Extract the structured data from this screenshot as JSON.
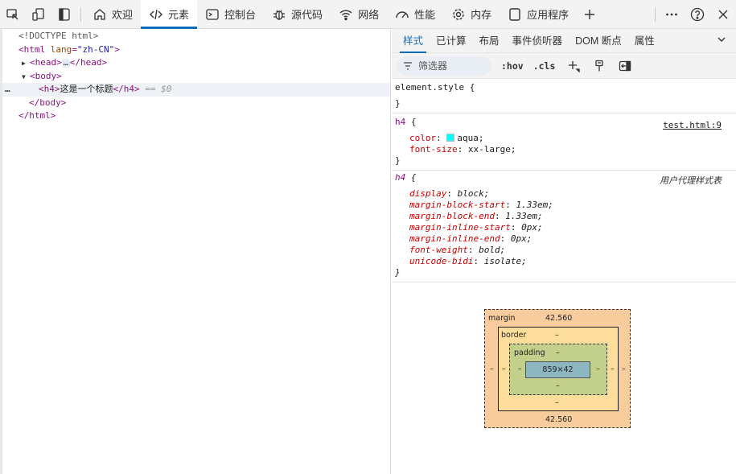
{
  "toolbar": {
    "tabs": [
      {
        "label": "欢迎",
        "icon": "home-icon"
      },
      {
        "label": "元素",
        "icon": "code-icon"
      },
      {
        "label": "控制台",
        "icon": "console-icon"
      },
      {
        "label": "源代码",
        "icon": "bug-icon"
      },
      {
        "label": "网络",
        "icon": "wifi-icon"
      },
      {
        "label": "性能",
        "icon": "gauge-icon"
      },
      {
        "label": "内存",
        "icon": "gear-icon"
      },
      {
        "label": "应用程序",
        "icon": "app-icon"
      }
    ],
    "active_tab": "元素"
  },
  "dom": {
    "doctype": "<!DOCTYPE html>",
    "html_open": "html",
    "lang_attr": "lang",
    "lang_value": "\"zh-CN\"",
    "head": "head",
    "head_ellipsis": "…",
    "body": "body",
    "h4": "h4",
    "h4_text": "这是一个标题",
    "selected_marker": "== $0",
    "row_menu": "…"
  },
  "styles": {
    "subtabs": [
      "样式",
      "已计算",
      "布局",
      "事件侦听器",
      "DOM 断点",
      "属性"
    ],
    "filter_placeholder": "筛选器",
    "hov": ":hov",
    "cls": ".cls",
    "element_style": "element.style {",
    "close_brace": "}",
    "rule1": {
      "selector": "h4",
      "source": "test.html:9",
      "props": [
        {
          "name": "color",
          "value": "aqua;"
        },
        {
          "name": "font-size",
          "value": "xx-large;"
        }
      ]
    },
    "rule2": {
      "selector": "h4",
      "source": "用户代理样式表",
      "props": [
        {
          "name": "display",
          "value": "block;"
        },
        {
          "name": "margin-block-start",
          "value": "1.33em;"
        },
        {
          "name": "margin-block-end",
          "value": "1.33em;"
        },
        {
          "name": "margin-inline-start",
          "value": "0px;"
        },
        {
          "name": "margin-inline-end",
          "value": "0px;"
        },
        {
          "name": "font-weight",
          "value": "bold;"
        },
        {
          "name": "unicode-bidi",
          "value": "isolate;"
        }
      ]
    }
  },
  "box_model": {
    "margin_label": "margin",
    "margin_top": "42.560",
    "margin_bottom": "42.560",
    "margin_left": "–",
    "margin_right": "–",
    "border_label": "border",
    "border_top": "–",
    "border_bottom": "–",
    "border_left": "–",
    "border_right": "–",
    "padding_label": "padding",
    "padding_top": "–",
    "padding_bottom": "–",
    "padding_left": "–",
    "padding_right": "–",
    "content": "859×42"
  },
  "colors": {
    "accent": "#0f6cbd",
    "swatch_aqua": "#00ffff"
  }
}
